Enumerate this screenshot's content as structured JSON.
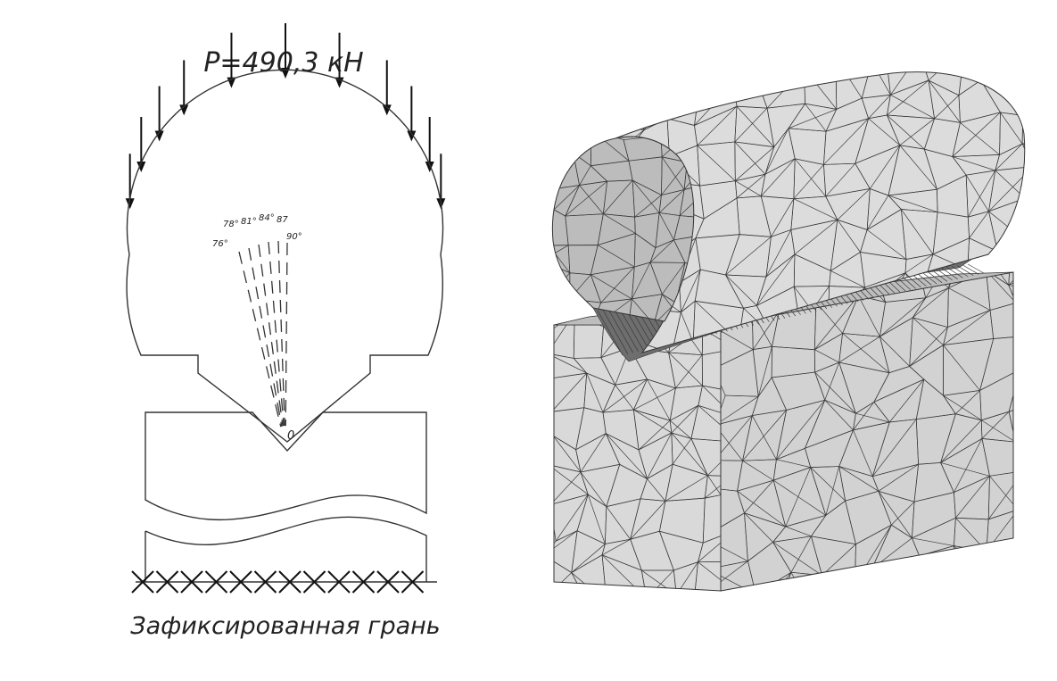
{
  "left_scheme": {
    "load_label": "P=490,3 кН",
    "fixed_face_label": "Зафиксированная грань",
    "origin_label": "0",
    "angle_labels": [
      "76°",
      "78°",
      "81°",
      "84°",
      "87",
      "90°"
    ]
  },
  "colors": {
    "line": "#333333",
    "mesh_fill_light": "#d9d9d9",
    "mesh_fill_mid": "#c8c8c8",
    "mesh_fill_dark": "#b4b4b4",
    "mesh_line": "#3a3a3a"
  }
}
